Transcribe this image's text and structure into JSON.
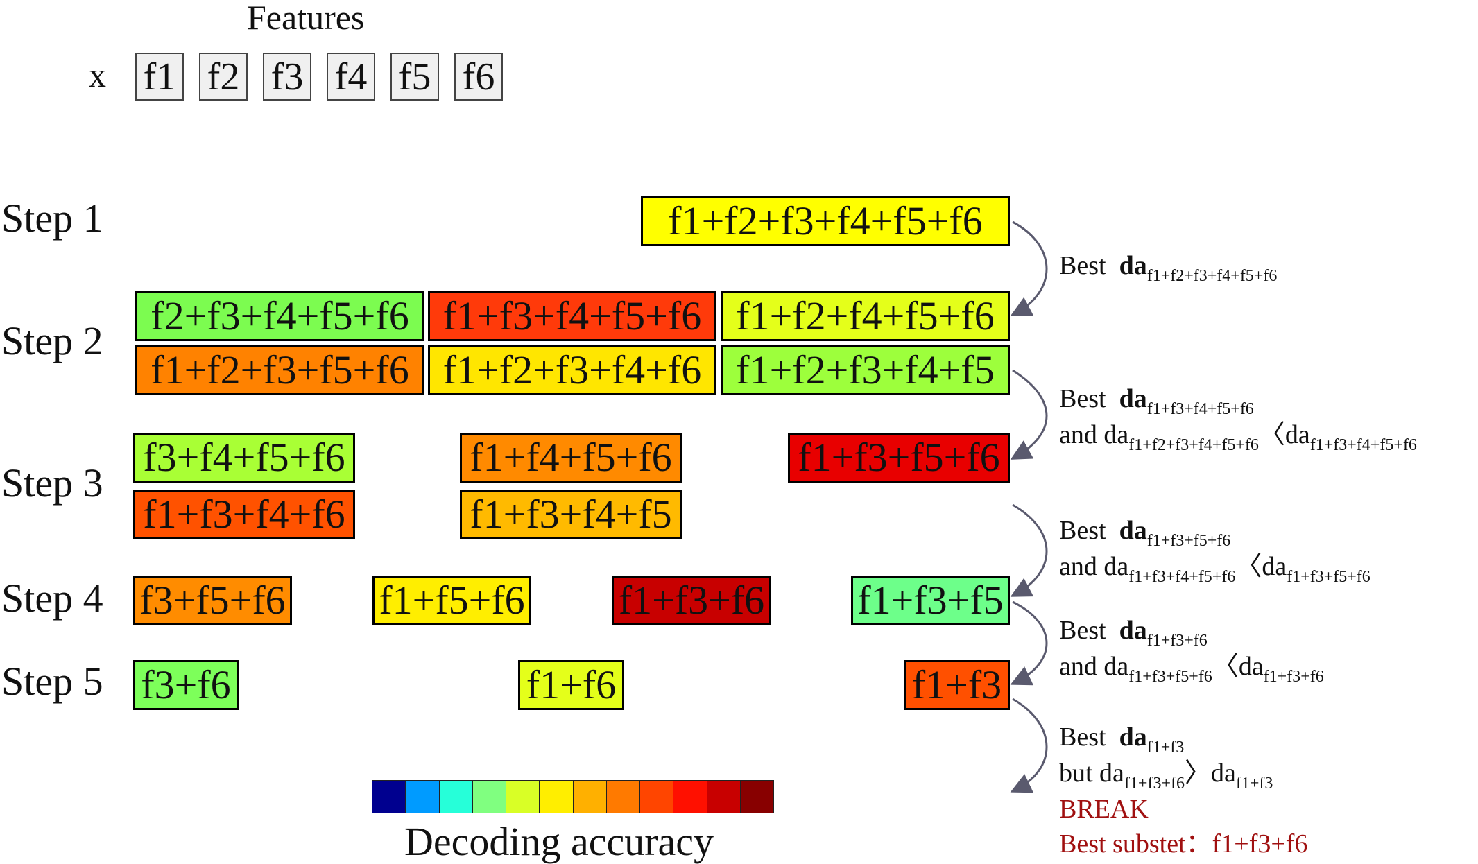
{
  "header": {
    "title": "Features",
    "x_label": "x",
    "features": [
      "f1",
      "f2",
      "f3",
      "f4",
      "f5",
      "f6"
    ]
  },
  "steps": [
    "Step 1",
    "Step 2",
    "Step 3",
    "Step 4",
    "Step 5"
  ],
  "boxes": {
    "s1": {
      "label": "f1+f2+f3+f4+f5+f6",
      "color": "#ffff00"
    },
    "s2a": {
      "label": "f2+f3+f4+f5+f6",
      "color": "#7cfc50"
    },
    "s2b": {
      "label": "f1+f3+f4+f5+f6",
      "color": "#ff3a0a"
    },
    "s2c": {
      "label": "f1+f2+f4+f5+f6",
      "color": "#e4ff1a"
    },
    "s2d": {
      "label": "f1+f2+f3+f5+f6",
      "color": "#ff8200"
    },
    "s2e": {
      "label": "f1+f2+f3+f4+f6",
      "color": "#ffe600"
    },
    "s2f": {
      "label": "f1+f2+f3+f4+f5",
      "color": "#9dff3c"
    },
    "s3a": {
      "label": "f3+f4+f5+f6",
      "color": "#a9ff35"
    },
    "s3b": {
      "label": "f1+f4+f5+f6",
      "color": "#ff8a00"
    },
    "s3c": {
      "label": "f1+f3+f5+f6",
      "color": "#e80000"
    },
    "s3d": {
      "label": "f1+f3+f4+f6",
      "color": "#ff5200"
    },
    "s3e": {
      "label": "f1+f3+f4+f5",
      "color": "#ffba00"
    },
    "s4a": {
      "label": "f3+f5+f6",
      "color": "#ff8c00"
    },
    "s4b": {
      "label": "f1+f5+f6",
      "color": "#ffee00"
    },
    "s4c": {
      "label": "f1+f3+f6",
      "color": "#c80000"
    },
    "s4d": {
      "label": "f1+f3+f5",
      "color": "#6dff8a"
    },
    "s5a": {
      "label": "f3+f6",
      "color": "#7dff5a"
    },
    "s5b": {
      "label": "f1+f6",
      "color": "#e4ff1a"
    },
    "s5c": {
      "label": "f1+f3",
      "color": "#ff5000"
    }
  },
  "annotations": {
    "a1": {
      "best": "Best",
      "da": "da",
      "sub": "f1+f2+f3+f4+f5+f6"
    },
    "a2": {
      "best": "Best",
      "da": "da",
      "sub": "f1+f3+f4+f5+f6",
      "and": "and da",
      "sub1": "f1+f2+f3+f4+f5+f6",
      "op": "〈da",
      "sub2": "f1+f3+f4+f5+f6"
    },
    "a3": {
      "best": "Best",
      "da": "da",
      "sub": "f1+f3+f5+f6",
      "and": "and da",
      "sub1": "f1+f3+f4+f5+f6",
      "op": "〈da",
      "sub2": "f1+f3+f5+f6"
    },
    "a4": {
      "best": "Best",
      "da": "da",
      "sub": "f1+f3+f6",
      "and": "and da",
      "sub1": "f1+f3+f5+f6",
      "op": "〈da",
      "sub2": "f1+f3+f6"
    },
    "a5": {
      "best": "Best",
      "da": "da",
      "sub": "f1+f3",
      "but": "but da",
      "sub1": "f1+f3+f6",
      "op": "〉da",
      "sub2": "f1+f3",
      "break": "BREAK",
      "best_subset": "Best substet：f1+f3+f6"
    }
  },
  "colorbar": {
    "label": "Decoding accuracy",
    "colors": [
      "#00008f",
      "#009bff",
      "#26ffd9",
      "#80ff80",
      "#d9ff26",
      "#ffee00",
      "#ffb000",
      "#ff7a00",
      "#ff4500",
      "#ff1000",
      "#c80000",
      "#880000"
    ]
  },
  "arrow_color": "#5a5a6e"
}
